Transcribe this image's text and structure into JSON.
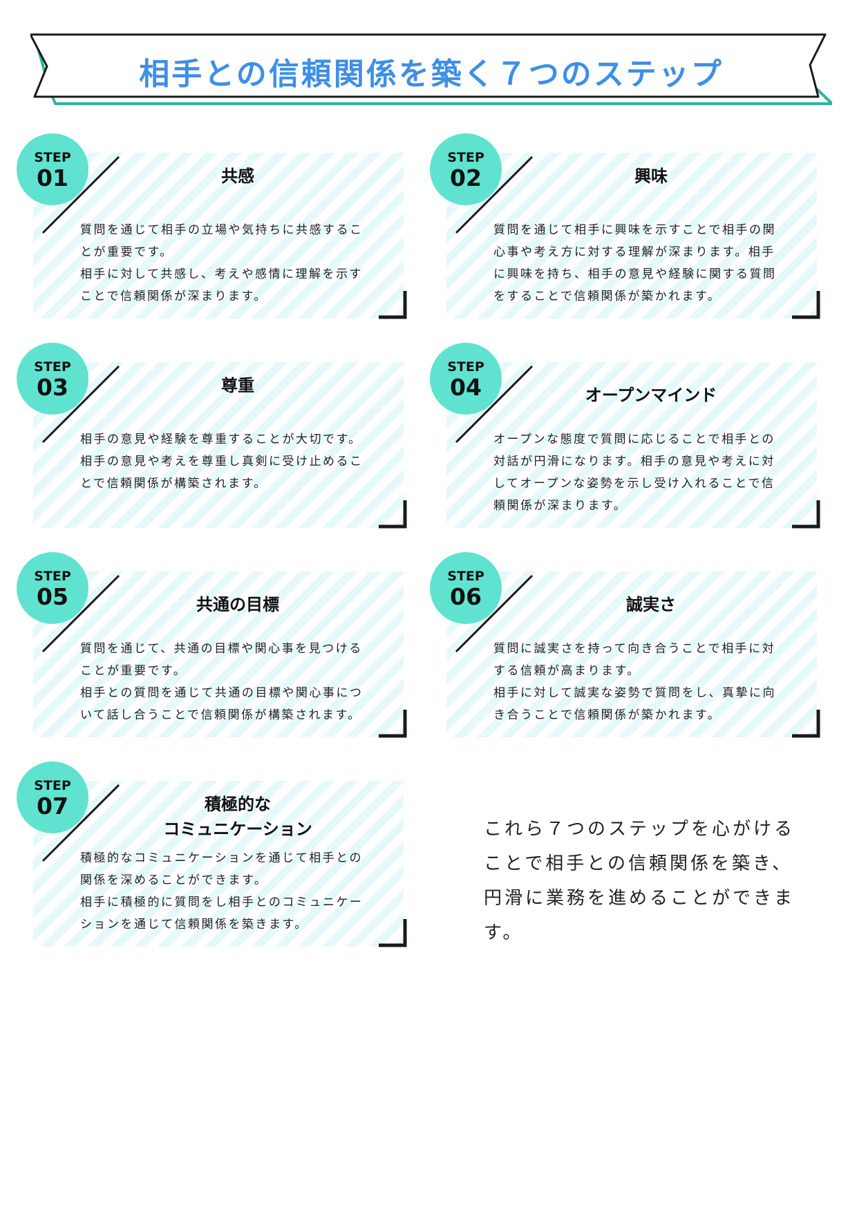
{
  "banner": {
    "title": "相手との信頼関係を築く７つのステップ"
  },
  "colors": {
    "accent_blue": "#3e8fe6",
    "badge_mint": "#5fe3d0",
    "banner_teal": "#2bb3a3",
    "stripe": "#e6f8fa"
  },
  "steps": [
    {
      "step_label": "STEP",
      "number": "01",
      "title": "共感",
      "body": "質問を通じて相手の立場や気持ちに共感するこ\nとが重要です。\n相手に対して共感し、考えや感情に理解を示す\nことで信頼関係が深まります。"
    },
    {
      "step_label": "STEP",
      "number": "02",
      "title": "興味",
      "body": "質問を通じて相手に興味を示すことで相手の関\n心事や考え方に対する理解が深まります。相手\nに興味を持ち、相手の意見や経験に関する質問\nをすることで信頼関係が築かれます。"
    },
    {
      "step_label": "STEP",
      "number": "03",
      "title": "尊重",
      "body": "相手の意見や経験を尊重することが大切です。\n相手の意見や考えを尊重し真剣に受け止めるこ\nとで信頼関係が構築されます。"
    },
    {
      "step_label": "STEP",
      "number": "04",
      "title": "オープンマインド",
      "body": "オープンな態度で質問に応じることで相手との\n対話が円滑になります。相手の意見や考えに対\nしてオープンな姿勢を示し受け入れることで信\n頼関係が深まります。"
    },
    {
      "step_label": "STEP",
      "number": "05",
      "title": "共通の目標",
      "body": "質問を通じて、共通の目標や関心事を見つける\nことが重要です。\n相手との質問を通じて共通の目標や関心事につ\nいて話し合うことで信頼関係が構築されます。"
    },
    {
      "step_label": "STEP",
      "number": "06",
      "title": "誠実さ",
      "body": "質問に誠実さを持って向き合うことで相手に対\nする信頼が高まります。\n相手に対して誠実な姿勢で質問をし、真摯に向\nき合うことで信頼関係が築かれます。"
    },
    {
      "step_label": "STEP",
      "number": "07",
      "title": "積極的な\nコミュニケーション",
      "body": "積極的なコミュニケーションを通じて相手との\n関係を深めることができます。\n相手に積極的に質問をし相手とのコミュニケー\nションを通じて信頼関係を築きます。"
    }
  ],
  "closing": "これら７つのステップを心がける\nことで相手との信頼関係を築き、\n円滑に業務を進めることができま\nす。"
}
